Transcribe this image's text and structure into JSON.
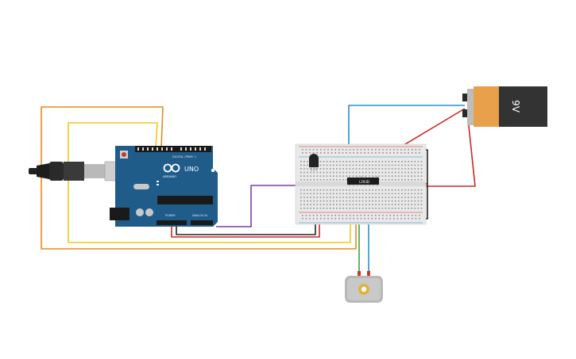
{
  "arduino": {
    "brand": "UNO",
    "logo_text": "ARDUINO",
    "header_digital": "DIGITAL (PWM~)",
    "header_power": "POWER",
    "header_analog": "ANALOG IN",
    "color": "#1f5c8a"
  },
  "battery": {
    "label": "9V",
    "body_color": "#333333",
    "cap_color": "#e8a04a"
  },
  "motor_driver": {
    "label": "L293D"
  },
  "wire_colors": {
    "orange": "#e8891e",
    "yellow": "#f2c81b",
    "purple": "#7a3fa0",
    "black": "#222222",
    "red": "#d0252a",
    "blue": "#2a8fc9",
    "green": "#3aa640"
  },
  "icons": [
    "usb-cable-icon",
    "dc-motor-icon",
    "battery-icon",
    "transistor-icon"
  ]
}
